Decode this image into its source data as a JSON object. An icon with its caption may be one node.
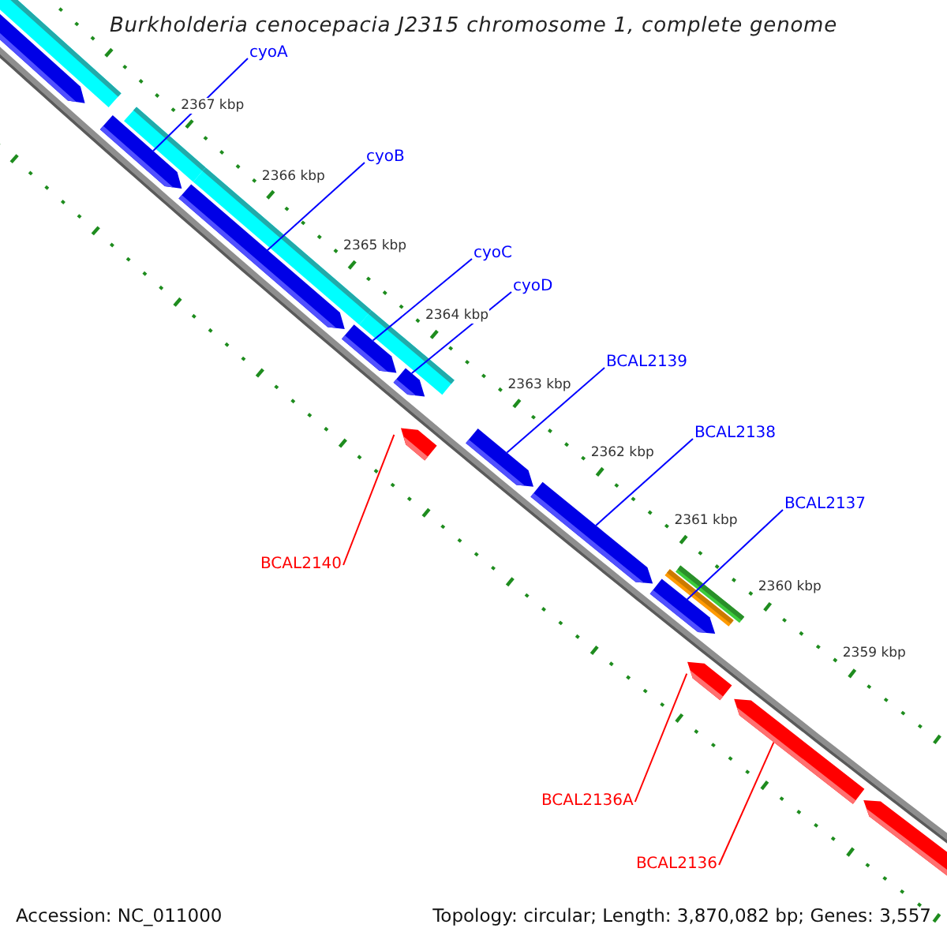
{
  "diagram": {
    "title": "Burkholderia cenocepacia J2315 chromosome 1, complete genome",
    "nodes": [
      {
        "text": [],
        "shape": "bar"
      },
      {
        "text": [],
        "shape": "arrow"
      },
      {
        "text": [
          "cyoA"
        ]
      },
      {
        "text": [],
        "shape": "bar"
      },
      {
        "text": [],
        "shape": "arrow"
      },
      {
        "text": [
          "cyoB"
        ]
      },
      {
        "text": [],
        "shape": "bar"
      },
      {
        "text": [],
        "shape": "arrow"
      },
      {
        "text": [
          "cyoC"
        ]
      },
      {
        "text": [],
        "shape": "bar"
      },
      {
        "text": [],
        "shape": "arrow"
      },
      {
        "text": [
          "cyoD"
        ]
      },
      {
        "text": [],
        "shape": "arrow"
      },
      {
        "text": [
          "BCAL2140"
        ]
      },
      {
        "text": [],
        "shape": "arrow"
      },
      {
        "text": [
          "BCAL2139"
        ]
      },
      {
        "text": [],
        "shape": "arrow"
      },
      {
        "text": [
          "BCAL2138"
        ]
      },
      {
        "text": [],
        "shape": "arrow"
      },
      {
        "text": [
          "BCAL2137"
        ]
      },
      {
        "text": [],
        "shape": "arrow"
      },
      {
        "text": [],
        "shape": "bar"
      },
      {
        "text": [],
        "shape": "bar"
      },
      {
        "text": [
          "BCAL2136A"
        ]
      },
      {
        "text": [],
        "shape": "arrow"
      },
      {
        "text": [
          "BCAL2136"
        ]
      },
      {
        "text": [],
        "shape": "arrow"
      },
      {
        "text": [],
        "shape": "arrow"
      }
    ],
    "edges": [
      {
        "from": 2,
        "to": 4,
        "arrow": "none"
      },
      {
        "from": 5,
        "to": 7,
        "arrow": "none"
      },
      {
        "from": 8,
        "to": 10,
        "arrow": "none"
      },
      {
        "from": 11,
        "to": 12,
        "arrow": "none"
      },
      {
        "from": 13,
        "to": 14,
        "arrow": "none",
        "color": "#ff0000"
      },
      {
        "from": 15,
        "to": 16,
        "arrow": "none"
      },
      {
        "from": 17,
        "to": 18,
        "arrow": "none"
      },
      {
        "from": 19,
        "to": 20,
        "arrow": "none"
      },
      {
        "from": 23,
        "to": 24,
        "arrow": "none",
        "color": "#ff0000"
      },
      {
        "from": 25,
        "to": 26,
        "arrow": "none",
        "color": "#ff0000"
      }
    ],
    "labels": [
      "2367 kbp",
      "2366 kbp",
      "2365 kbp",
      "2364 kbp",
      "2363 kbp",
      "2362 kbp",
      "2361 kbp",
      "2360 kbp",
      "2359 kbp",
      "Accession: NC_011000",
      "Topology: circular; Length: 3,870,082 bp; Genes: 3,557"
    ]
  }
}
